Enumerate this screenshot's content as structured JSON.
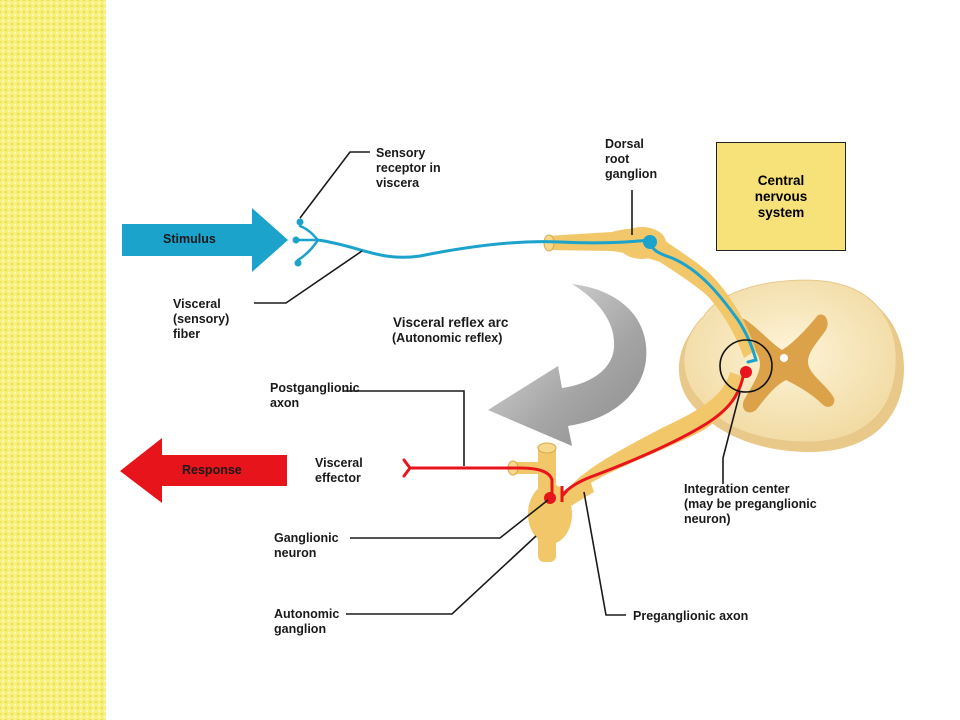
{
  "labels": {
    "sensory_receptor": "Sensory\nreceptor in\nviscera",
    "dorsal_root_ganglion": "Dorsal\nroot\nganglion",
    "central_nervous_system": "Central\nnervous\nsystem",
    "stimulus": "Stimulus",
    "visceral_sensory_fiber": "Visceral\n(sensory)\nfiber",
    "reflex_arc_title": "Visceral reflex arc",
    "reflex_arc_subtitle": "(Autonomic reflex)",
    "postganglionic_axon": "Postganglionic\naxon",
    "visceral_effector": "Visceral\neffector",
    "response": "Response",
    "integration_center": "Integration center\n(may be preganglionic\nneuron)",
    "ganglionic_neuron": "Ganglionic\nneuron",
    "autonomic_ganglion": "Autonomic\nganglion",
    "preganglionic_axon": "Preganglionic axon"
  },
  "colors": {
    "sensory_pathway": "#1ba3cc",
    "motor_pathway": "#e8141c",
    "nerve_tissue": "#f2c76a",
    "gray_matter": "#dca24a",
    "cns_box": "#f7e27a",
    "side_strip": "#f8f07a",
    "reflex_arrow": "#9a9a9a"
  }
}
